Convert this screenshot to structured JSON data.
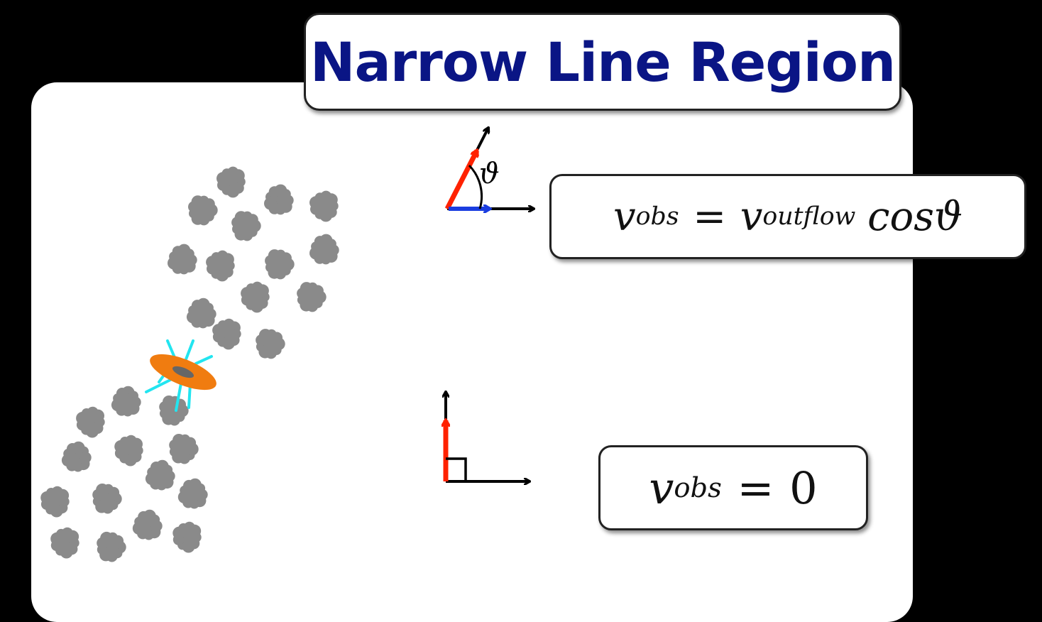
{
  "title": "Narrow Line Region",
  "angle_symbol": "ϑ",
  "equation_inclined": {
    "lhs": "v",
    "lhs_sub": "obs",
    "equals": "=",
    "rhs": "v",
    "rhs_sub": "outflow",
    "func": "cosϑ"
  },
  "equation_perpendicular": {
    "lhs": "v",
    "lhs_sub": "obs",
    "equals": "=",
    "value": "0"
  },
  "colors": {
    "title": "#0a1585",
    "outflow_arrow": "#ff2200",
    "projected_arrow": "#1a3de0",
    "clouds": "#8a8a8a",
    "disk": "#f07c10",
    "rays": "#22e5f0"
  },
  "icons": [
    "cloud-cluster",
    "agn-disk",
    "axis-arrow",
    "velocity-arrow",
    "right-angle-marker"
  ]
}
